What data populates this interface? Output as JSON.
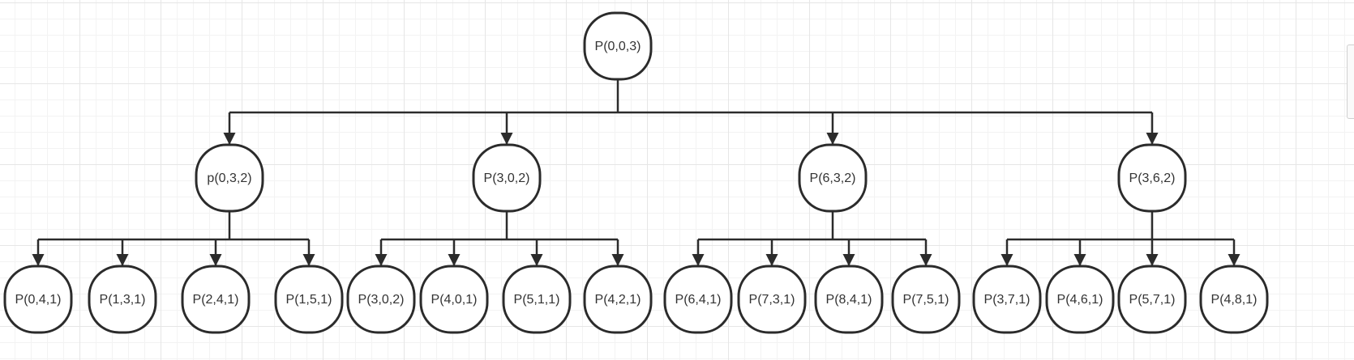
{
  "diagram": {
    "root": {
      "label": "P(0,0,3)",
      "children": [
        {
          "label": "p(0,3,2)",
          "children": [
            {
              "label": "P(0,4,1)"
            },
            {
              "label": "P(1,3,1)"
            },
            {
              "label": "P(2,4,1)"
            },
            {
              "label": "P(1,5,1)"
            }
          ]
        },
        {
          "label": "P(3,0,2)",
          "children": [
            {
              "label": "P(3,0,2)"
            },
            {
              "label": "P(4,0,1)"
            },
            {
              "label": "P(5,1,1)"
            },
            {
              "label": "P(4,2,1)"
            }
          ]
        },
        {
          "label": "P(6,3,2)",
          "children": [
            {
              "label": "P(6,4,1)"
            },
            {
              "label": "P(7,3,1)"
            },
            {
              "label": "P(8,4,1)"
            },
            {
              "label": "P(7,5,1)"
            }
          ]
        },
        {
          "label": "P(3,6,2)",
          "children": [
            {
              "label": "P(3,7,1)"
            },
            {
              "label": "P(4,6,1)"
            },
            {
              "label": "P(5,7,1)"
            },
            {
              "label": "P(4,8,1)"
            }
          ]
        }
      ]
    },
    "colors": {
      "stroke": "#2b2b2b",
      "fill": "#ffffff",
      "text": "#333333",
      "grid": "#e6e6e6"
    }
  }
}
